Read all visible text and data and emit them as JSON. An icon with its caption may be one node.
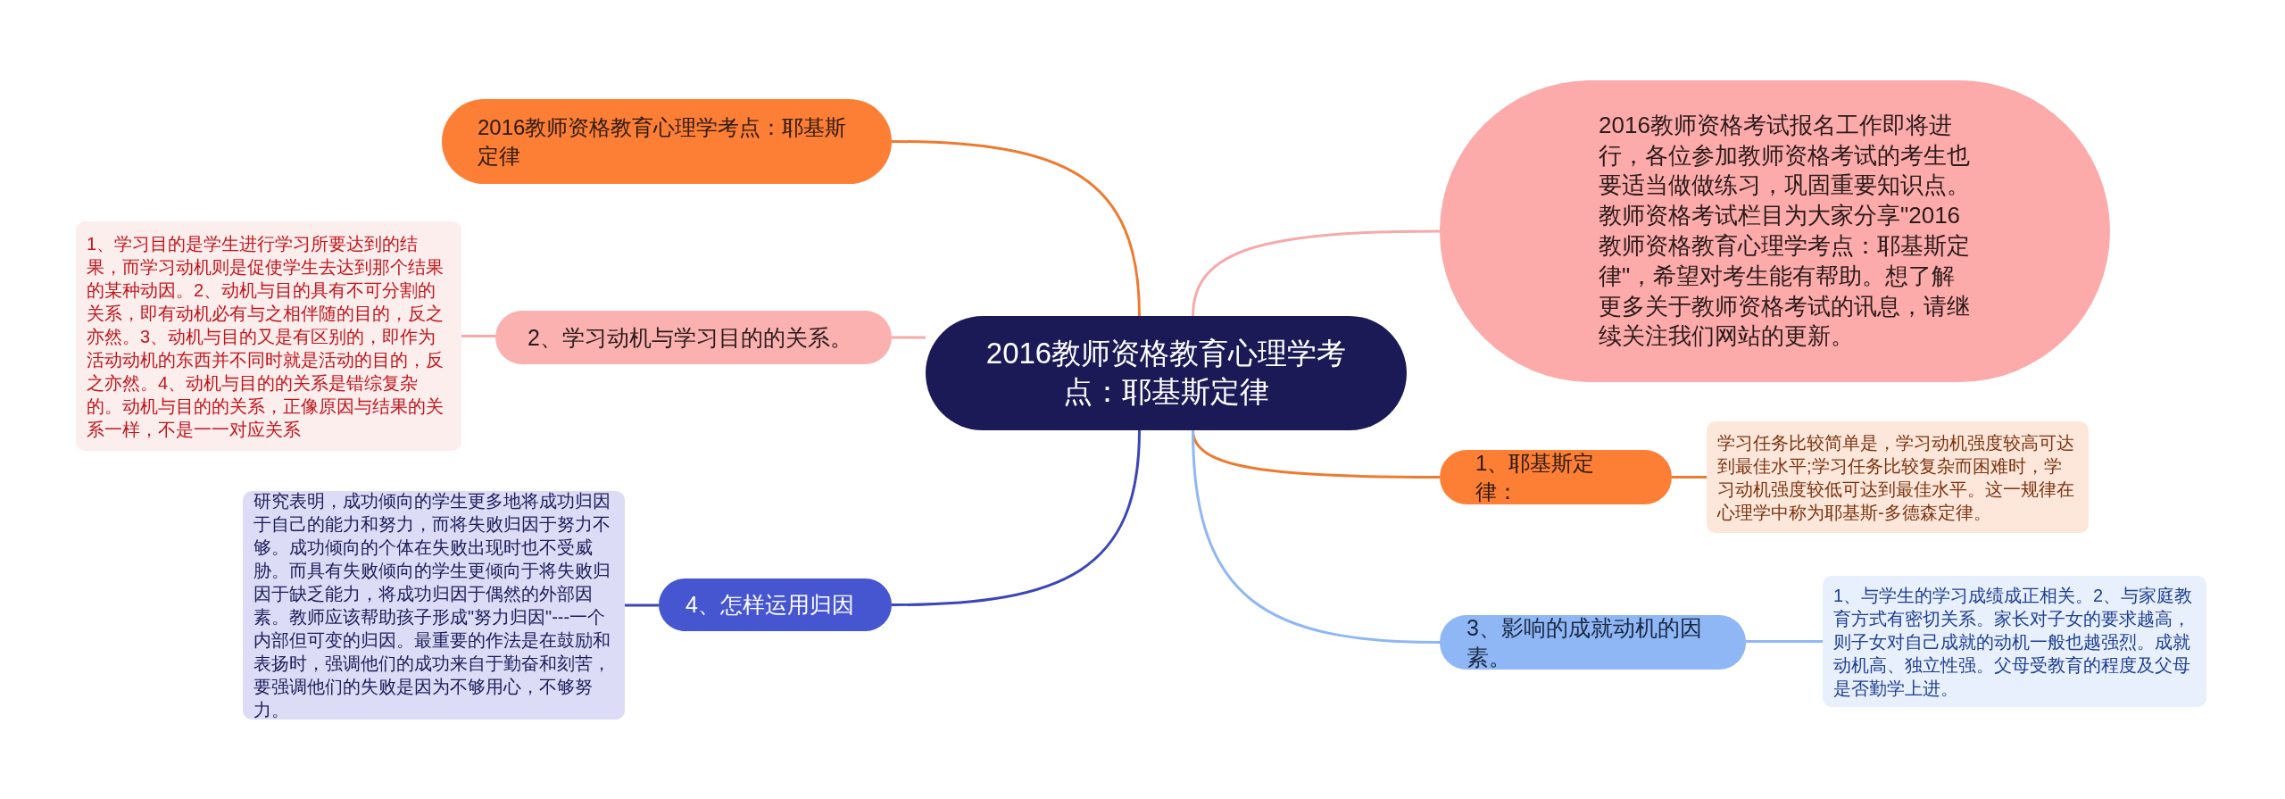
{
  "diagram": {
    "nodes": [
      {
        "text": [
          "2016教师资格教育心理学考点：耶基斯定律"
        ]
      },
      {
        "text": [
          "2016教师资格教育心理学考点：耶基斯定律"
        ]
      },
      {
        "text": [
          "2016教师资格考试报名工作即将进行，各位参加教师资格考试的考生也要适当做做练习，巩固重要知识点。教师资格考试栏目为大家分享\"2016教师资格教育心理学考点：耶基斯定律\"，希望对考生能有帮助。想了解更多关于教师资格考试的讯息，请继续关注我们网站的更新。"
        ]
      },
      {
        "text": [
          "2、学习动机与学习目的的关系。"
        ]
      },
      {
        "text": [
          "1、学习目的是学生进行学习所要达到的结果，而学习动机则是促使学生去达到那个结果的某种动因。2、动机与目的具有不可分割的关系，即有动机必有与之相伴随的目的，反之亦然。3、动机与目的又是有区别的，即作为活动动机的东西并不同时就是活动的目的，反之亦然。4、动机与目的的关系是错综复杂的。动机与目的的关系，正像原因与结果的关系一样，不是一一对应关系"
        ]
      },
      {
        "text": [
          "1、耶基斯定律："
        ]
      },
      {
        "text": [
          "学习任务比较简单是，学习动机强度较高可达到最佳水平;学习任务比较复杂而困难时，学习动机强度较低可达到最佳水平。这一规律在心理学中称为耶基斯-多德森定律。"
        ]
      },
      {
        "text": [
          "4、怎样运用归因"
        ]
      },
      {
        "text": [
          "研究表明，成功倾向的学生更多地将成功归因于自己的能力和努力，而将失败归因于努力不够。成功倾向的个体在失败出现时也不受威胁。而具有失败倾向的学生更倾向于将失败归因于缺乏能力，将成功归因于偶然的外部因素。教师应该帮助孩子形成\"努力归因\"---一个内部但可变的归因。最重要的作法是在鼓励和表扬时，强调他们的成功来自于勤奋和刻苦，要强调他们的失败是因为不够用心，不够努力。"
        ]
      },
      {
        "text": [
          "3、影响的成就动机的因素。"
        ]
      },
      {
        "text": [
          "1、与学生的学习成绩成正相关。2、与家庭教育方式有密切关系。家长对子女的要求越高，则子女对自己成就的动机一般也越强烈。成就动机高、独立性强。父母受教育的程度及父母是否勤学上进。"
        ]
      }
    ],
    "edges": [
      {
        "from": 0,
        "to": 1,
        "arrow": "none",
        "color": "#ee7a30"
      },
      {
        "from": 0,
        "to": 2,
        "arrow": "none",
        "color": "#f6aaaa"
      },
      {
        "from": 0,
        "to": 3,
        "arrow": "none",
        "color": "#f6aaaa"
      },
      {
        "from": 3,
        "to": 4,
        "arrow": "none",
        "color": "#f6aaaa"
      },
      {
        "from": 0,
        "to": 5,
        "arrow": "none",
        "color": "#ee7a30"
      },
      {
        "from": 5,
        "to": 6,
        "arrow": "none",
        "color": "#ee7a30"
      },
      {
        "from": 0,
        "to": 7,
        "arrow": "none",
        "color": "#3b46b8"
      },
      {
        "from": 7,
        "to": 8,
        "arrow": "none",
        "color": "#3b46b8"
      },
      {
        "from": 0,
        "to": 9,
        "arrow": "none",
        "color": "#8fb7f6"
      },
      {
        "from": 9,
        "to": 10,
        "arrow": "none",
        "color": "#8fb7f6"
      }
    ]
  }
}
